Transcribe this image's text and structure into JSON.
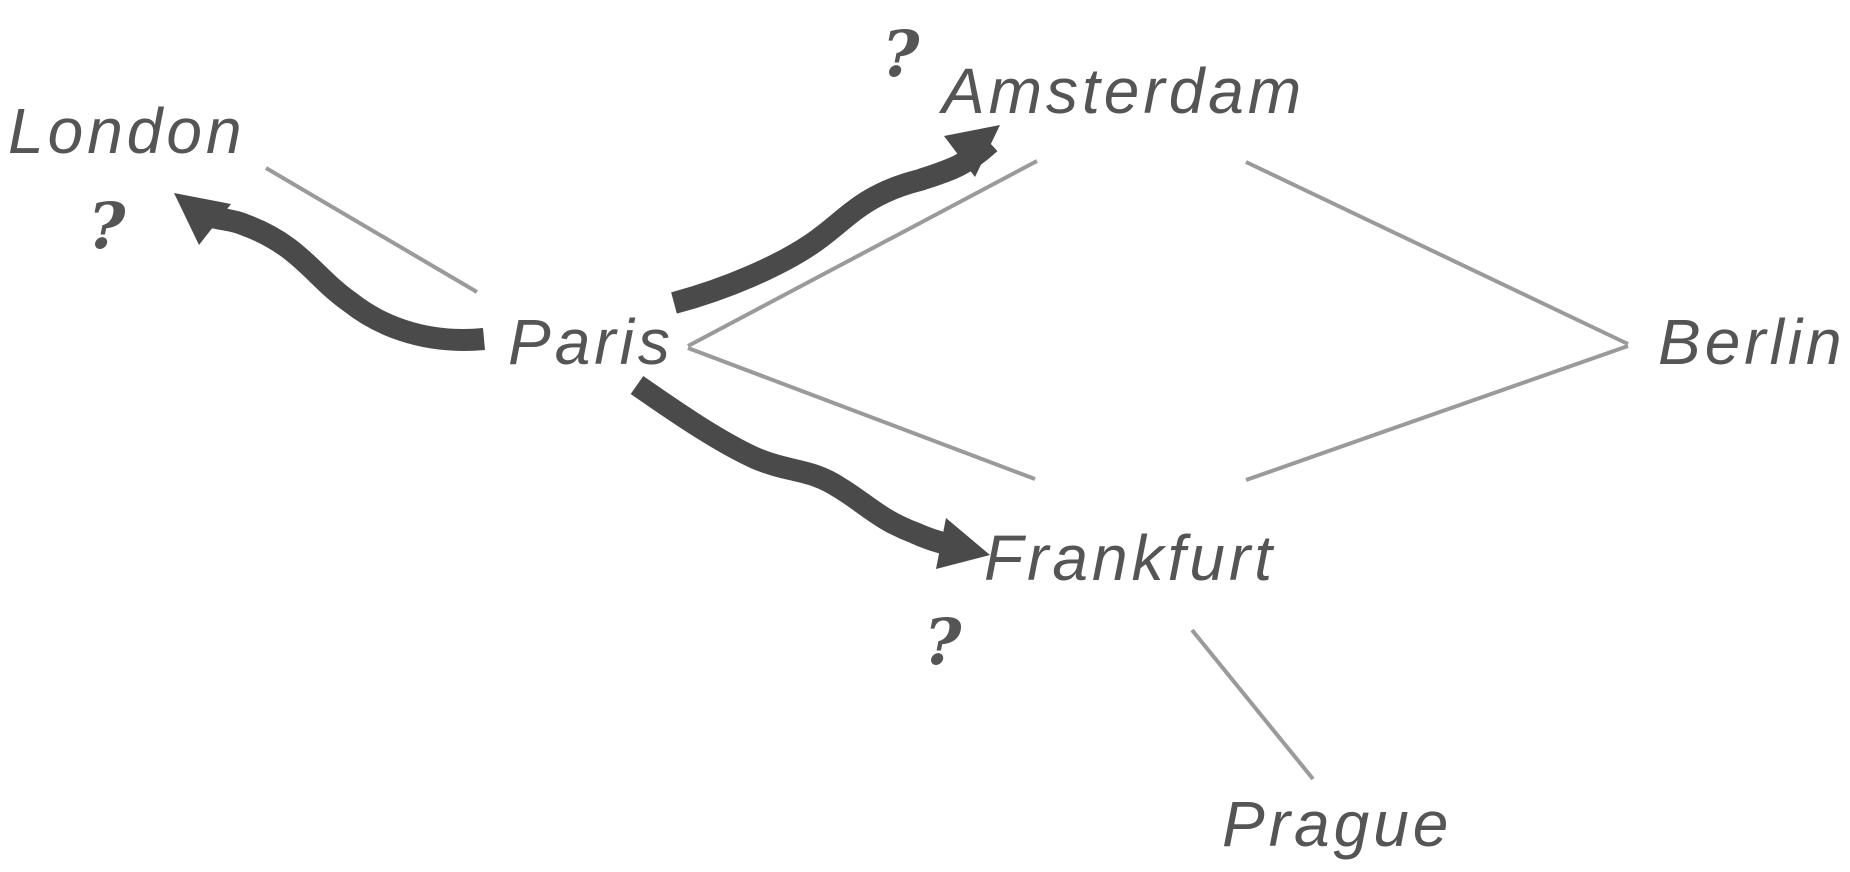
{
  "colors": {
    "label": "#555555",
    "connector": "#9a9a9a",
    "arrow": "#4a4a4a",
    "background": "#ffffff"
  },
  "cities": {
    "london": "London",
    "paris": "Paris",
    "amsterdam": "Amsterdam",
    "berlin": "Berlin",
    "frankfurt": "Frankfurt",
    "prague": "Prague"
  },
  "question_mark": "?",
  "connections": [
    [
      "London",
      "Paris"
    ],
    [
      "Paris",
      "Amsterdam"
    ],
    [
      "Paris",
      "Frankfurt"
    ],
    [
      "Amsterdam",
      "Berlin"
    ],
    [
      "Frankfurt",
      "Berlin"
    ],
    [
      "Frankfurt",
      "Prague"
    ]
  ],
  "arrows": [
    {
      "from": "Paris",
      "to": "London",
      "question": true
    },
    {
      "from": "Paris",
      "to": "Amsterdam",
      "question": true
    },
    {
      "from": "Paris",
      "to": "Frankfurt",
      "question": true
    }
  ]
}
